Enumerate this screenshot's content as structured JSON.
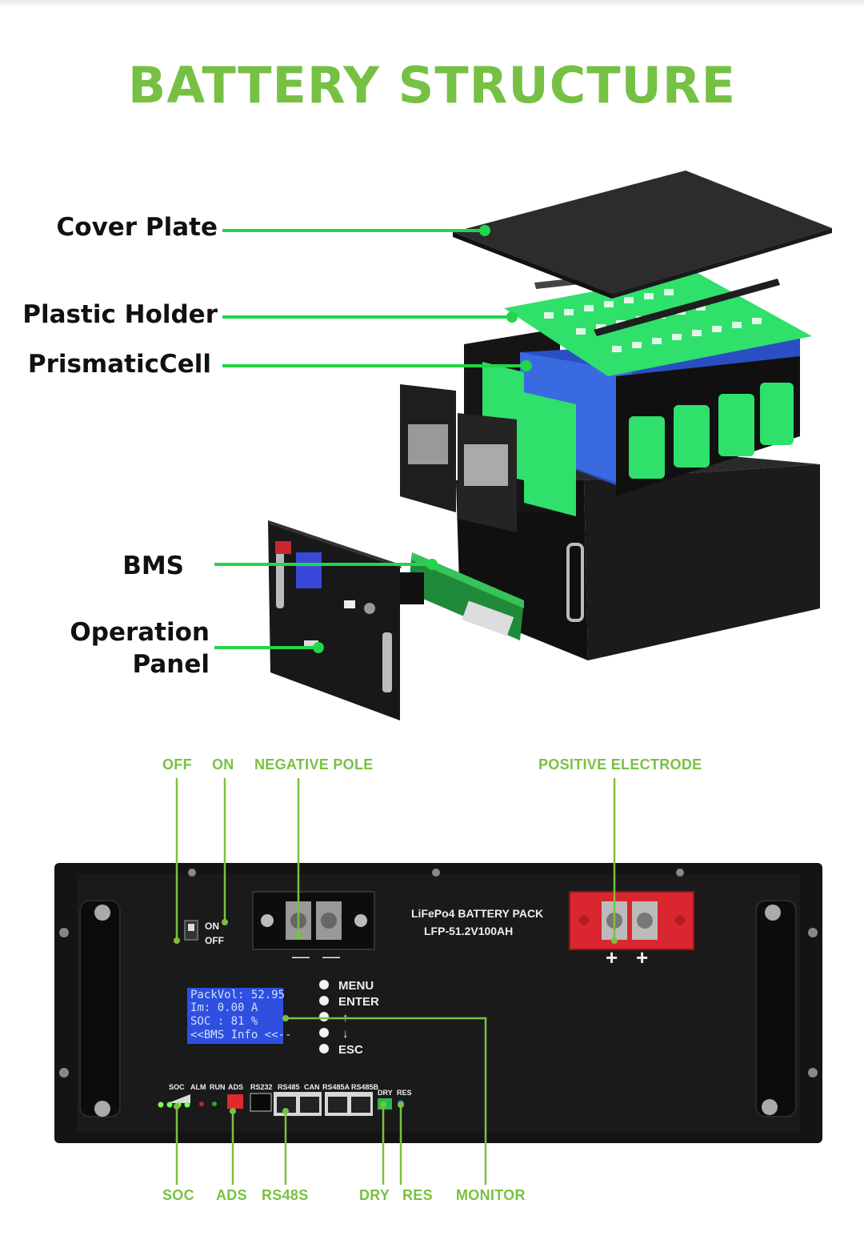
{
  "title": "BATTERY STRUCTURE",
  "exploded_labels": {
    "cover_plate": "Cover Plate",
    "plastic_holder": "Plastic Holder",
    "prismatic_cell": "PrismaticCell",
    "bms": "BMS",
    "operation_panel_line1": "Operation",
    "operation_panel_line2": "Panel"
  },
  "panel_callouts_top": {
    "off": "OFF",
    "on": "ON",
    "negative_pole": "NEGATIVE POLE",
    "positive_electrode": "POSITIVE ELECTRODE"
  },
  "panel_callouts_bottom": {
    "soc": "SOC",
    "ads": "ADS",
    "rs485": "RS48S",
    "dry": "DRY",
    "res": "RES",
    "monitor": "MONITOR"
  },
  "panel_print": {
    "product_name": "LiFePo4 BATTERY PACK",
    "model": "LFP-51.2V100AH",
    "switch_on": "ON",
    "switch_off": "OFF",
    "neg_sign": "—",
    "pos_sign": "+",
    "buttons": [
      "MENU",
      "ENTER",
      "↑",
      "↓",
      "ESC"
    ],
    "lcd_lines": [
      "PackVol: 52.95",
      "Im:   0.00 A",
      "SOC :  81 %",
      "<<BMS Info <<--"
    ],
    "port_labels": [
      "SOC",
      "ALM",
      "RUN",
      "ADS",
      "RS232",
      "RS485",
      "CAN",
      "RS485A",
      "RS485B",
      "DRY",
      "RES"
    ]
  },
  "colors": {
    "accent_green": "#76c043",
    "cell_green": "#2fe06a",
    "cell_blue": "#2f5fd8",
    "panel_black": "#141414",
    "terminal_red": "#d9262f"
  }
}
